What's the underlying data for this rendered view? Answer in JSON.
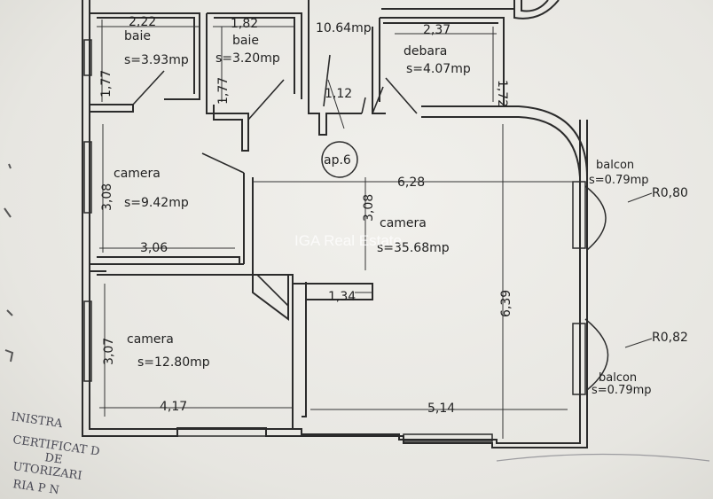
{
  "floor_plan": {
    "apartment": "ap.6",
    "watermark": "IGA Real Estate",
    "rooms": [
      {
        "name": "baie",
        "area": "s=3.93mp"
      },
      {
        "name": "baie",
        "area": "s=3.20mp"
      },
      {
        "name": "debara",
        "area": "s=4.07mp"
      },
      {
        "name": "camera",
        "area": "s=9.42mp"
      },
      {
        "name": "camera",
        "area": "s=35.68mp"
      },
      {
        "name": "camera",
        "area": "s=12.80mp"
      },
      {
        "name": "balcon",
        "area": "s=0.79mp"
      },
      {
        "name": "balcon",
        "area": "s=0.79mp"
      }
    ],
    "dimensions": [
      "2,22",
      "1,82",
      "10.64mp",
      "2,37",
      "1,77",
      "1,77",
      "1,72",
      "1,12",
      "3,08",
      "6,28",
      "3,08",
      "3,06",
      "1,34",
      "6,39",
      "3,07",
      "4,17",
      "5,14"
    ],
    "radii": [
      "R0,80",
      "R0,82"
    ],
    "stamp_lines": [
      "INISTRA",
      "CERTIFICAT D",
      "DE",
      "UTORIZARI",
      "RIA P N"
    ]
  }
}
